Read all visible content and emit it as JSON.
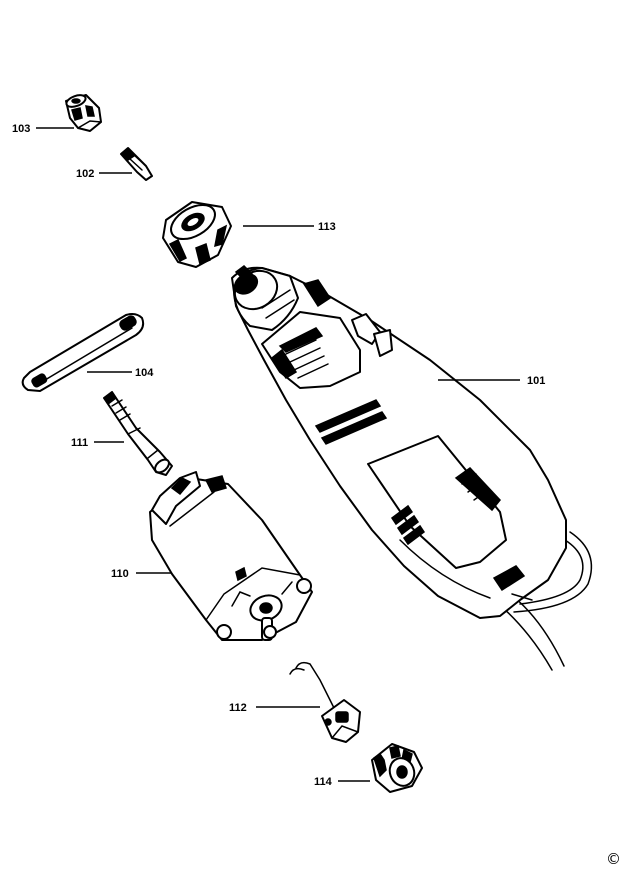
{
  "labels": {
    "p103": "103",
    "p102": "102",
    "p113": "113",
    "p104": "104",
    "p101": "101",
    "p111": "111",
    "p110": "110",
    "p112": "112",
    "p114": "114"
  },
  "copyright": "©"
}
